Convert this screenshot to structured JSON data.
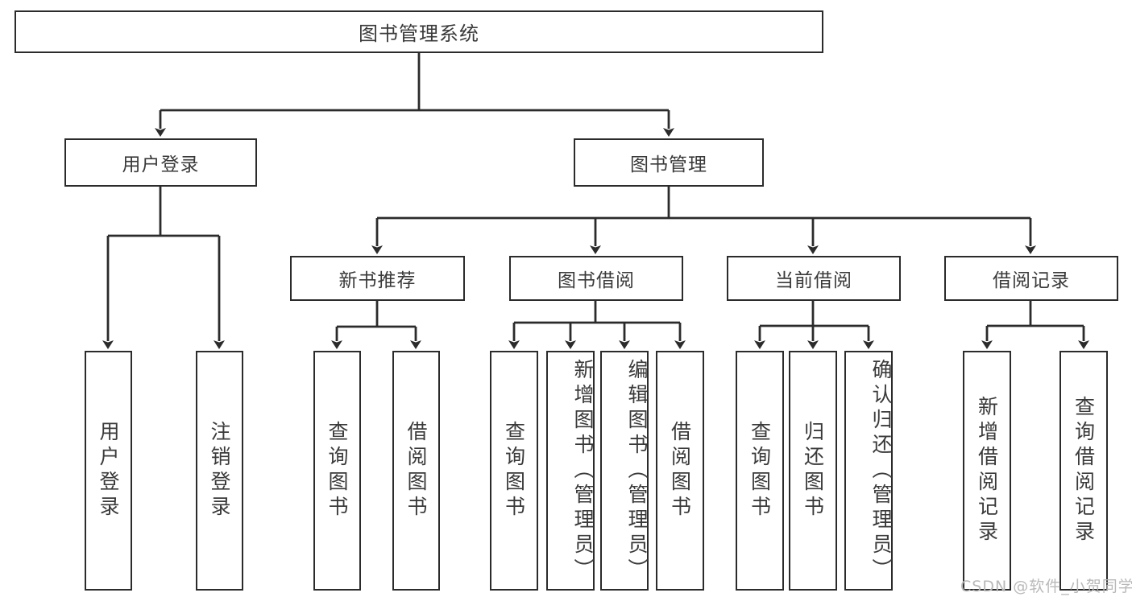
{
  "diagram": {
    "title": "图书管理系统",
    "type": "tree-hierarchy-chart",
    "watermark": "CSDN @软件_小贺同学",
    "colors": {
      "box_border": "#2b2b2b",
      "box_fill": "#ffffff",
      "text": "#3a3a3a",
      "connector": "#2b2b2b",
      "watermark": "#b9b9b9",
      "background": "#ffffff"
    },
    "root": {
      "label": "图书管理系统"
    },
    "level1": [
      {
        "label": "用户登录"
      },
      {
        "label": "图书管理"
      }
    ],
    "level2": [
      {
        "label": "新书推荐"
      },
      {
        "label": "图书借阅"
      },
      {
        "label": "当前借阅"
      },
      {
        "label": "借阅记录"
      }
    ],
    "leaves": {
      "user_login": [
        {
          "label": "用户登录"
        },
        {
          "label": "注销登录"
        }
      ],
      "new_book_recommend": [
        {
          "label": "查询图书"
        },
        {
          "label": "借阅图书"
        }
      ],
      "book_borrow": [
        {
          "label": "查询图书"
        },
        {
          "label": "新增图书（管理员）"
        },
        {
          "label": "编辑图书（管理员）"
        },
        {
          "label": "借阅图书"
        }
      ],
      "current_borrow": [
        {
          "label": "查询图书"
        },
        {
          "label": "归还图书"
        },
        {
          "label": "确认归还（管理员）"
        }
      ],
      "borrow_records": [
        {
          "label": "新增借阅记录"
        },
        {
          "label": "查询借阅记录"
        }
      ]
    }
  }
}
